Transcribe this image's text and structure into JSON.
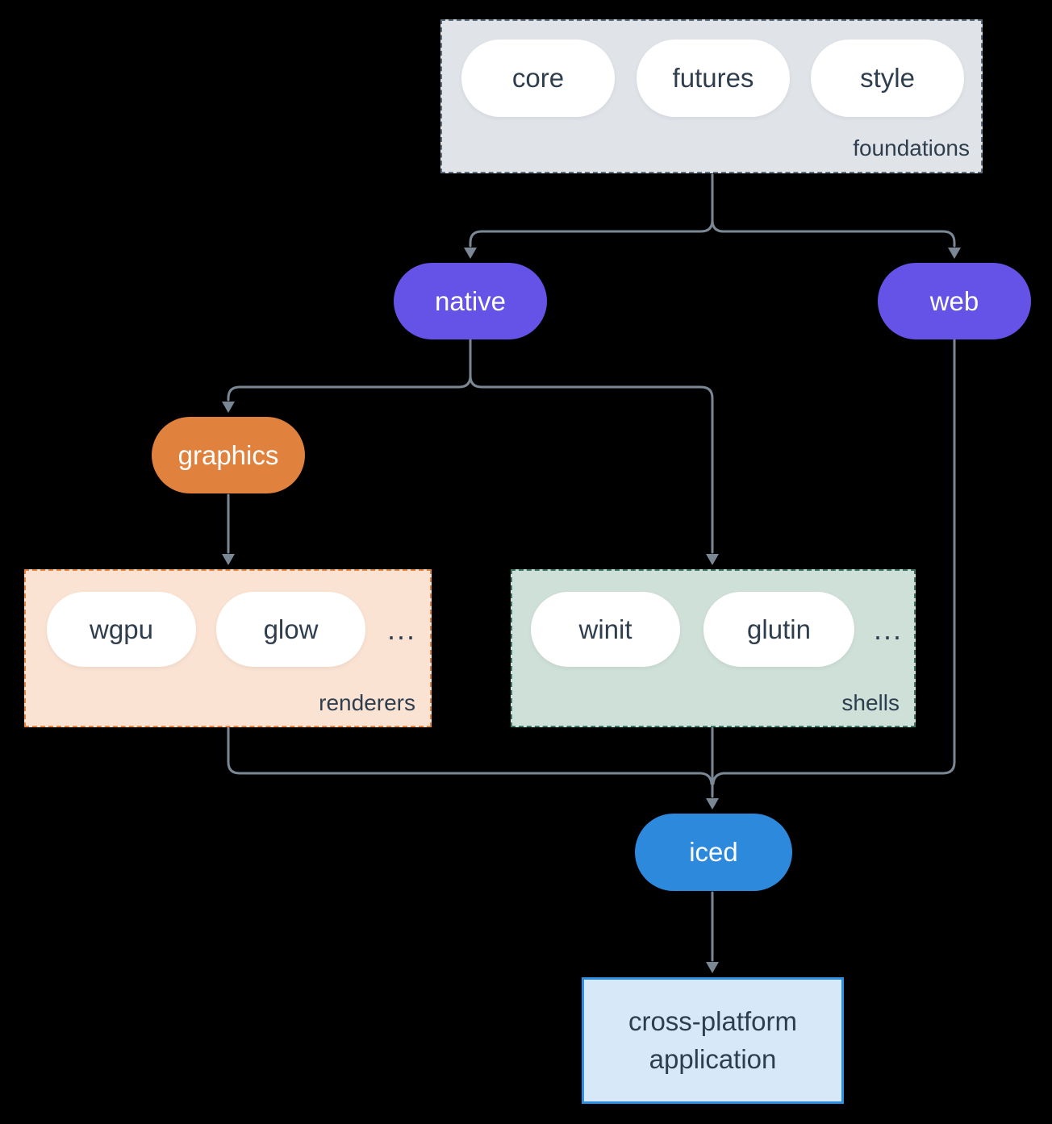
{
  "diagram": {
    "foundations": {
      "label": "foundations",
      "pills": [
        "core",
        "futures",
        "style"
      ]
    },
    "native": {
      "label": "native"
    },
    "web": {
      "label": "web"
    },
    "graphics": {
      "label": "graphics"
    },
    "renderers": {
      "label": "renderers",
      "pills": [
        "wgpu",
        "glow"
      ],
      "ellipsis": "..."
    },
    "shells": {
      "label": "shells",
      "pills": [
        "winit",
        "glutin"
      ],
      "ellipsis": "..."
    },
    "iced": {
      "label": "iced"
    },
    "application": {
      "line1": "cross-platform",
      "line2": "application"
    }
  },
  "colors": {
    "background": "#000000",
    "connector": "#7A8795",
    "node_text_dark": "#2F3E4E",
    "purple": "#6553E8",
    "orange": "#E0813D",
    "blue": "#2D89DB",
    "foundations_fill": "#E0E4E9",
    "foundations_border": "#5D6E7E",
    "renderers_fill": "#FAE3D3",
    "renderers_border": "#E8853F",
    "shells_fill": "#CEE0D8",
    "shells_border": "#3B7A68",
    "application_fill": "#D7E9F9",
    "application_border": "#2D8FE4"
  }
}
